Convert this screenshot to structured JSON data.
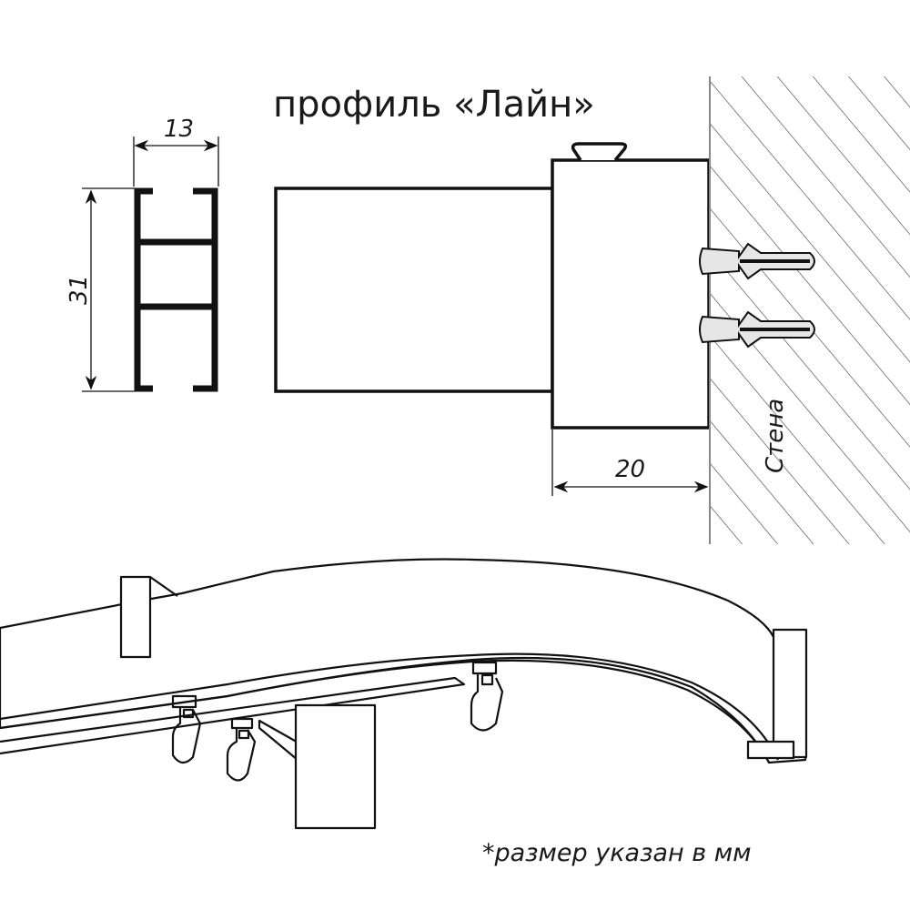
{
  "title": "профиль «Лайн»",
  "dimensions": {
    "width_label": "13",
    "height_label": "31",
    "depth_label": "20"
  },
  "wall_label": "Стена",
  "footnote": "*размер указан в мм",
  "colors": {
    "line": "#111111",
    "dowel_fill": "#e6e6e6",
    "hatch": "#444444"
  }
}
